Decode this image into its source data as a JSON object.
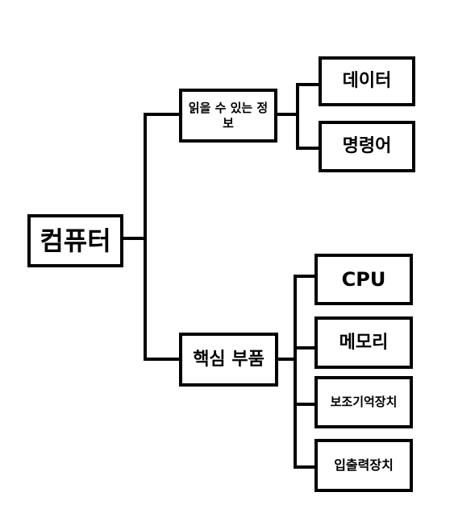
{
  "diagram": {
    "root": "컴퓨터",
    "branches": [
      {
        "label": "읽을 수 있는 정보",
        "children": [
          "데이터",
          "명령어"
        ]
      },
      {
        "label": "핵심 부품",
        "children": [
          "CPU",
          "메모리",
          "보조기억장치",
          "입출력장치"
        ]
      }
    ]
  }
}
